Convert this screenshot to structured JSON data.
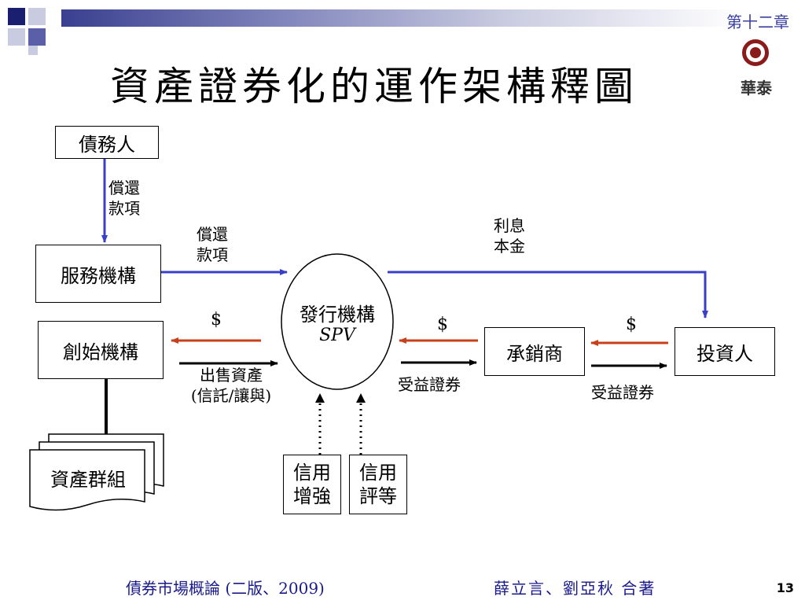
{
  "header": {
    "chapter": "第十二章",
    "title": "資產證券化的運作架構釋圖",
    "logo_text": "華泰"
  },
  "nodes": {
    "debtor": "債務人",
    "servicer": "服務機構",
    "originator": "創始機構",
    "asset_pool": "資產群組",
    "spv_line1": "發行機構",
    "spv_line2": "SPV",
    "underwriter": "承銷商",
    "investor": "投資人",
    "credit_enhancement": "信用\n增強",
    "credit_rating": "信用\n評等"
  },
  "labels": {
    "repay_left": "償還\n款項",
    "repay_mid": "償還\n款項",
    "interest_principal": "利息\n本金",
    "dollar_1": "$",
    "dollar_2": "$",
    "dollar_3": "$",
    "sell_assets": "出售資產\n(信託/讓與)",
    "beneficial_cert_1": "受益證券",
    "beneficial_cert_2": "受益證券"
  },
  "footer": {
    "book": "債券市場概論 (二版、2009)",
    "authors": "薛立言、劉亞秋 合著",
    "page": "13"
  },
  "colors": {
    "blue_arrow": "#3a3fc8",
    "red_arrow": "#c8401a",
    "black_arrow": "#000000",
    "header_bar": "#3a3f90"
  }
}
